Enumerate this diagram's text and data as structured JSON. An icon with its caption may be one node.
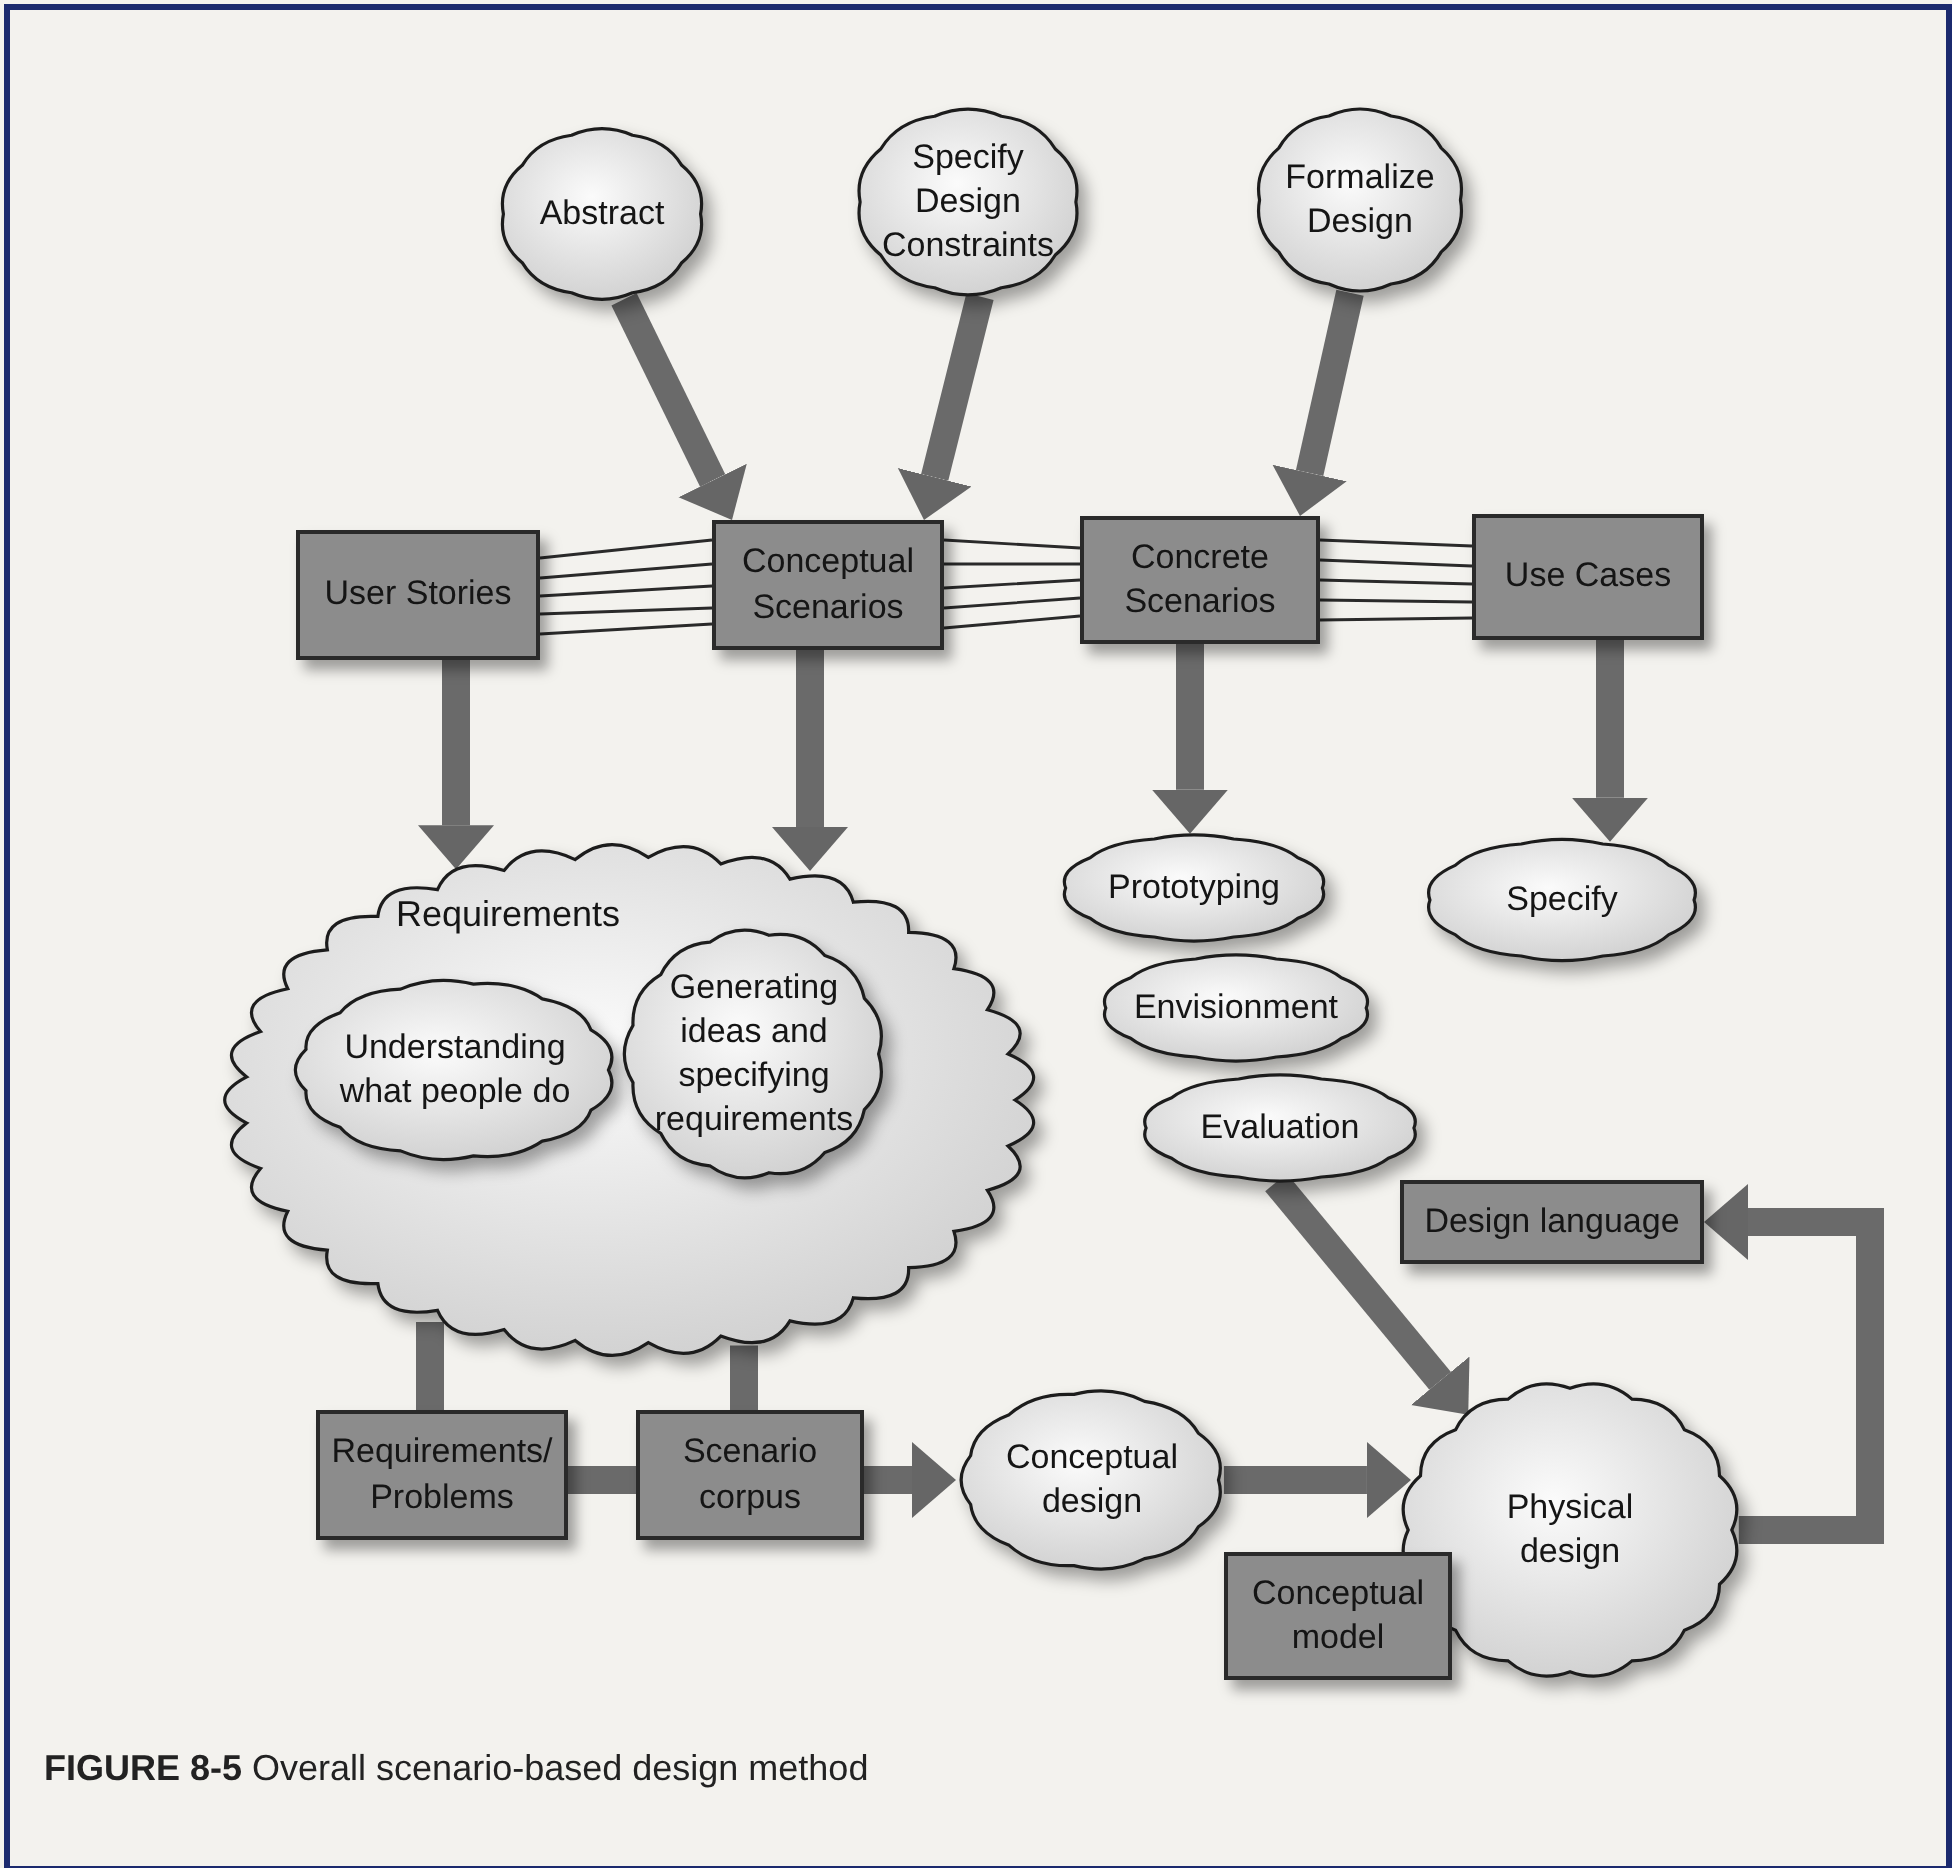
{
  "diagram": {
    "caption": "**FIGURE 8-5** Overall scenario-based design method",
    "nodes": [
      {
        "text": [
          "Abstract"
        ]
      },
      {
        "text": [
          "Specify Design Constraints"
        ]
      },
      {
        "text": [
          "Formalize Design"
        ]
      },
      {
        "text": [
          "User Stories"
        ]
      },
      {
        "text": [
          "Conceptual Scenarios"
        ]
      },
      {
        "text": [
          "Concrete Scenarios"
        ]
      },
      {
        "text": [
          "Use Cases"
        ]
      },
      {
        "text": [
          "Requirements"
        ]
      },
      {
        "text": [
          "Understanding what people do"
        ],
        "in": 7
      },
      {
        "text": [
          "Generating ideas and specifying requirements"
        ],
        "in": 7
      },
      {
        "text": [
          "Prototyping"
        ]
      },
      {
        "text": [
          "Envisionment"
        ]
      },
      {
        "text": [
          "Evaluation"
        ]
      },
      {
        "text": [
          "Specify"
        ]
      },
      {
        "text": [
          "Design language"
        ]
      },
      {
        "text": [
          "Requirements/ Problems"
        ]
      },
      {
        "text": [
          "Scenario corpus"
        ]
      },
      {
        "text": [
          "Conceptual design"
        ]
      },
      {
        "text": [
          "Physical design"
        ]
      },
      {
        "text": [
          "Conceptual model"
        ]
      }
    ],
    "edges": [
      {
        "from": 0,
        "to": 4,
        "arrow": "to"
      },
      {
        "from": 1,
        "to": 4,
        "arrow": "to"
      },
      {
        "from": 2,
        "to": 5,
        "arrow": "to"
      },
      {
        "from": 3,
        "to": 4,
        "arrow": "none"
      },
      {
        "from": 4,
        "to": 5,
        "arrow": "none"
      },
      {
        "from": 5,
        "to": 6,
        "arrow": "none"
      },
      {
        "from": 3,
        "to": 7,
        "arrow": "to"
      },
      {
        "from": 4,
        "to": 7,
        "arrow": "to"
      },
      {
        "from": 5,
        "to": 10,
        "arrow": "to"
      },
      {
        "from": 6,
        "to": 13,
        "arrow": "to"
      },
      {
        "from": 12,
        "to": 18,
        "arrow": "to"
      },
      {
        "from": 18,
        "to": 14,
        "arrow": "to"
      },
      {
        "from": 7,
        "to": 15,
        "arrow": "none"
      },
      {
        "from": 7,
        "to": 16,
        "arrow": "none"
      },
      {
        "from": 15,
        "to": 16,
        "arrow": "none"
      },
      {
        "from": 16,
        "to": 17,
        "arrow": "to"
      },
      {
        "from": 17,
        "to": 18,
        "arrow": "to"
      }
    ]
  }
}
